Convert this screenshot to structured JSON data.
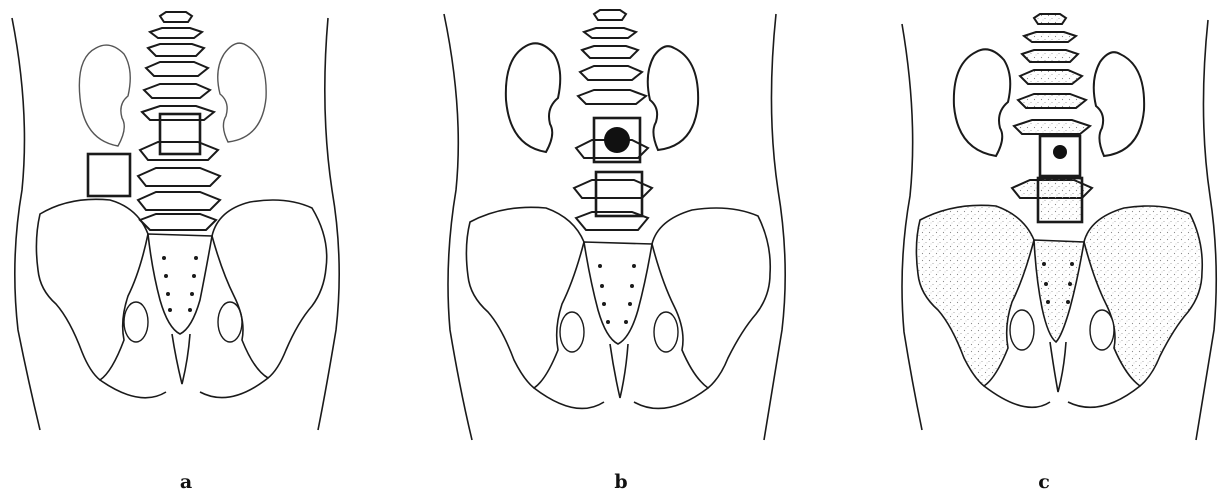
{
  "panels": [
    {
      "label": "a",
      "roi_boxes": [
        "vertebra",
        "flank"
      ],
      "lesion": false,
      "pelvic_uptake": false
    },
    {
      "label": "b",
      "roi_boxes": [
        "vertebra",
        "vertebra-lower"
      ],
      "lesion": true,
      "pelvic_uptake": false
    },
    {
      "label": "c",
      "roi_boxes": [
        "vertebra",
        "vertebra-lower"
      ],
      "lesion": true,
      "pelvic_uptake": true
    }
  ],
  "colors": {
    "line": "#1a1a1a",
    "background": "#ffffff",
    "stipple": "#9a9a9a"
  }
}
